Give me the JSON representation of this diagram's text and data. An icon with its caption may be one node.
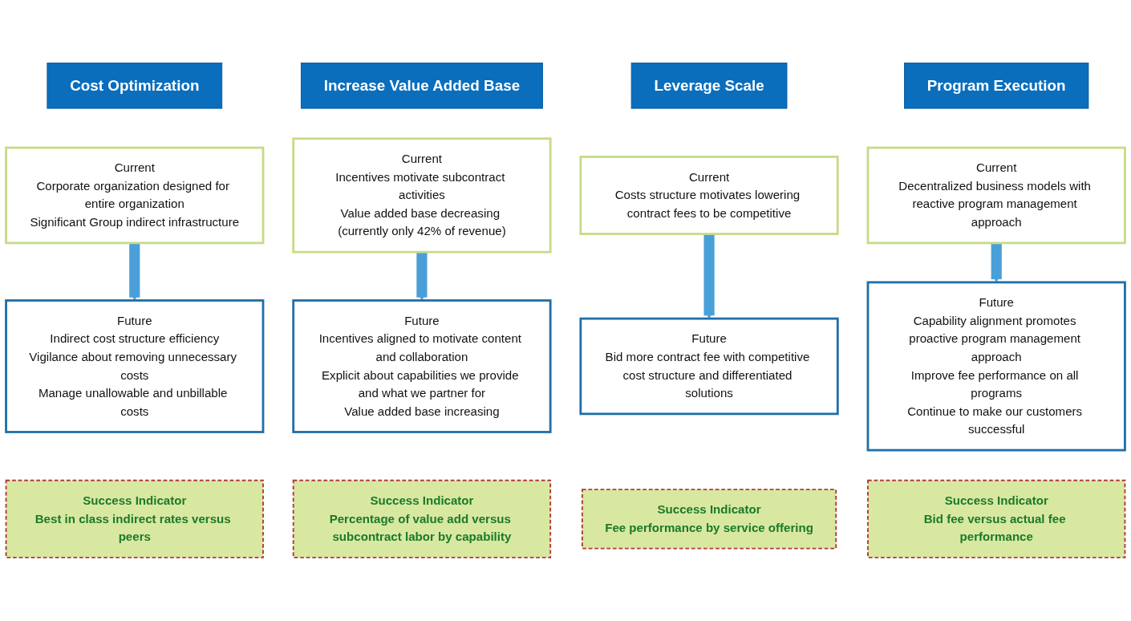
{
  "diagram": {
    "nodes": [
      {
        "text": [
          "Cost Optimization"
        ]
      },
      {
        "text": [
          "Current",
          "Corporate organization designed for entire organization",
          "Significant Group indirect infrastructure"
        ]
      },
      {
        "text": [
          "Future",
          "Indirect cost structure efficiency",
          "Vigilance about removing unnecessary costs",
          "Manage unallowable and unbillable costs"
        ]
      },
      {
        "text": [
          "Success Indicator",
          "Best in class indirect rates versus peers"
        ]
      },
      {
        "text": [
          "Increase Value Added Base"
        ]
      },
      {
        "text": [
          "Current",
          "Incentives motivate subcontract activities",
          "Value added base decreasing (currently only 42% of revenue)"
        ]
      },
      {
        "text": [
          "Future",
          "Incentives aligned to motivate content and collaboration",
          "Explicit about capabilities we provide and what we partner for",
          "Value added base increasing"
        ]
      },
      {
        "text": [
          "Success Indicator",
          "Percentage of value add versus subcontract labor by capability"
        ]
      },
      {
        "text": [
          "Leverage Scale"
        ]
      },
      {
        "text": [
          "Current",
          "Costs structure motivates lowering contract fees to be competitive"
        ]
      },
      {
        "text": [
          "Future",
          "Bid more contract fee with competitive cost structure and differentiated solutions"
        ]
      },
      {
        "text": [
          "Success Indicator",
          "Fee performance by service offering"
        ]
      },
      {
        "text": [
          "Program Execution"
        ]
      },
      {
        "text": [
          "Current",
          "Decentralized business models with reactive program management approach"
        ]
      },
      {
        "text": [
          "Future",
          "Capability alignment promotes proactive program management approach",
          "Improve fee performance on all programs",
          "Continue to make our customers successful"
        ]
      },
      {
        "text": [
          "Success Indicator",
          "Bid fee versus actual fee performance"
        ]
      }
    ],
    "edges": [
      {
        "from": 1,
        "to": 2,
        "arrow": "to"
      },
      {
        "from": 5,
        "to": 6,
        "arrow": "to"
      },
      {
        "from": 9,
        "to": 10,
        "arrow": "to"
      },
      {
        "from": 13,
        "to": 14,
        "arrow": "to"
      }
    ]
  }
}
